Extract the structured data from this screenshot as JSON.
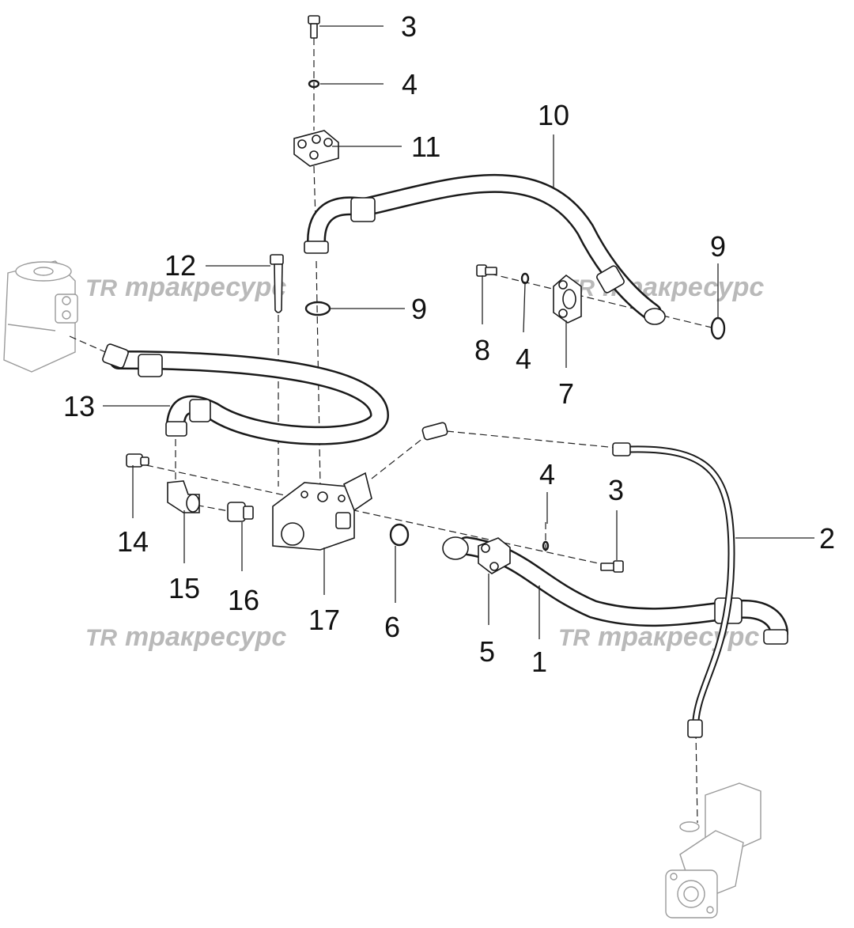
{
  "watermark": {
    "logo": "TR",
    "text": "тракресурс"
  },
  "callouts": [
    {
      "id": "c3a",
      "label": "3"
    },
    {
      "id": "c4a",
      "label": "4"
    },
    {
      "id": "c11",
      "label": "11"
    },
    {
      "id": "c10",
      "label": "10"
    },
    {
      "id": "c9a",
      "label": "9"
    },
    {
      "id": "c12",
      "label": "12"
    },
    {
      "id": "c9b",
      "label": "9"
    },
    {
      "id": "c8",
      "label": "8"
    },
    {
      "id": "c4b",
      "label": "4"
    },
    {
      "id": "c7",
      "label": "7"
    },
    {
      "id": "c13",
      "label": "13"
    },
    {
      "id": "c4c",
      "label": "4"
    },
    {
      "id": "c3b",
      "label": "3"
    },
    {
      "id": "c2",
      "label": "2"
    },
    {
      "id": "c14",
      "label": "14"
    },
    {
      "id": "c15",
      "label": "15"
    },
    {
      "id": "c16",
      "label": "16"
    },
    {
      "id": "c17",
      "label": "17"
    },
    {
      "id": "c6",
      "label": "6"
    },
    {
      "id": "c5",
      "label": "5"
    },
    {
      "id": "c1",
      "label": "1"
    }
  ]
}
